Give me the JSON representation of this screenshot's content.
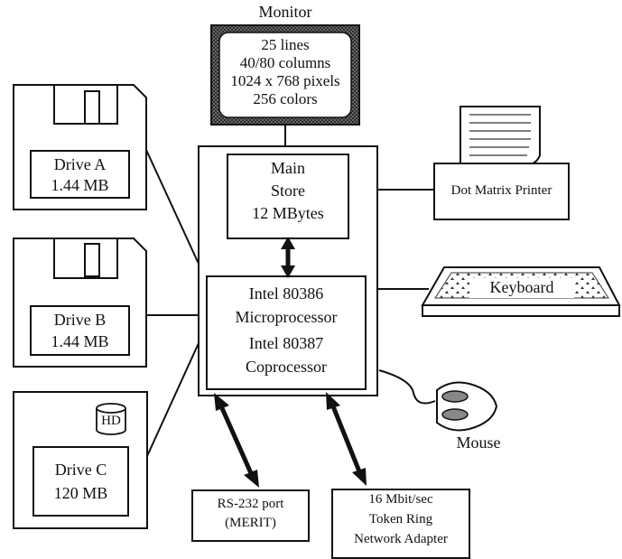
{
  "monitor": {
    "title": "Monitor",
    "line1": "25 lines",
    "line2": "40/80 columns",
    "line3": "1024 x 768 pixels",
    "line4": "256 colors"
  },
  "drive_a": {
    "name": "Drive A",
    "size": "1.44 MB"
  },
  "drive_b": {
    "name": "Drive B",
    "size": "1.44 MB"
  },
  "drive_c": {
    "name": "Drive C",
    "size": "120 MB",
    "badge": "HD"
  },
  "main_store": {
    "line1": "Main",
    "line2": "Store",
    "line3": "12 MBytes"
  },
  "processor": {
    "line1": "Intel 80386",
    "line2": "Microprocessor",
    "line3": "Intel 80387",
    "line4": "Coprocessor"
  },
  "printer": {
    "label": "Dot Matrix Printer"
  },
  "keyboard": {
    "label": "Keyboard"
  },
  "mouse": {
    "label": "Mouse"
  },
  "rs232": {
    "line1": "RS-232 port",
    "line2": "(MERIT)"
  },
  "network": {
    "line1": "16 Mbit/sec",
    "line2": "Token Ring",
    "line3": "Network Adapter"
  }
}
